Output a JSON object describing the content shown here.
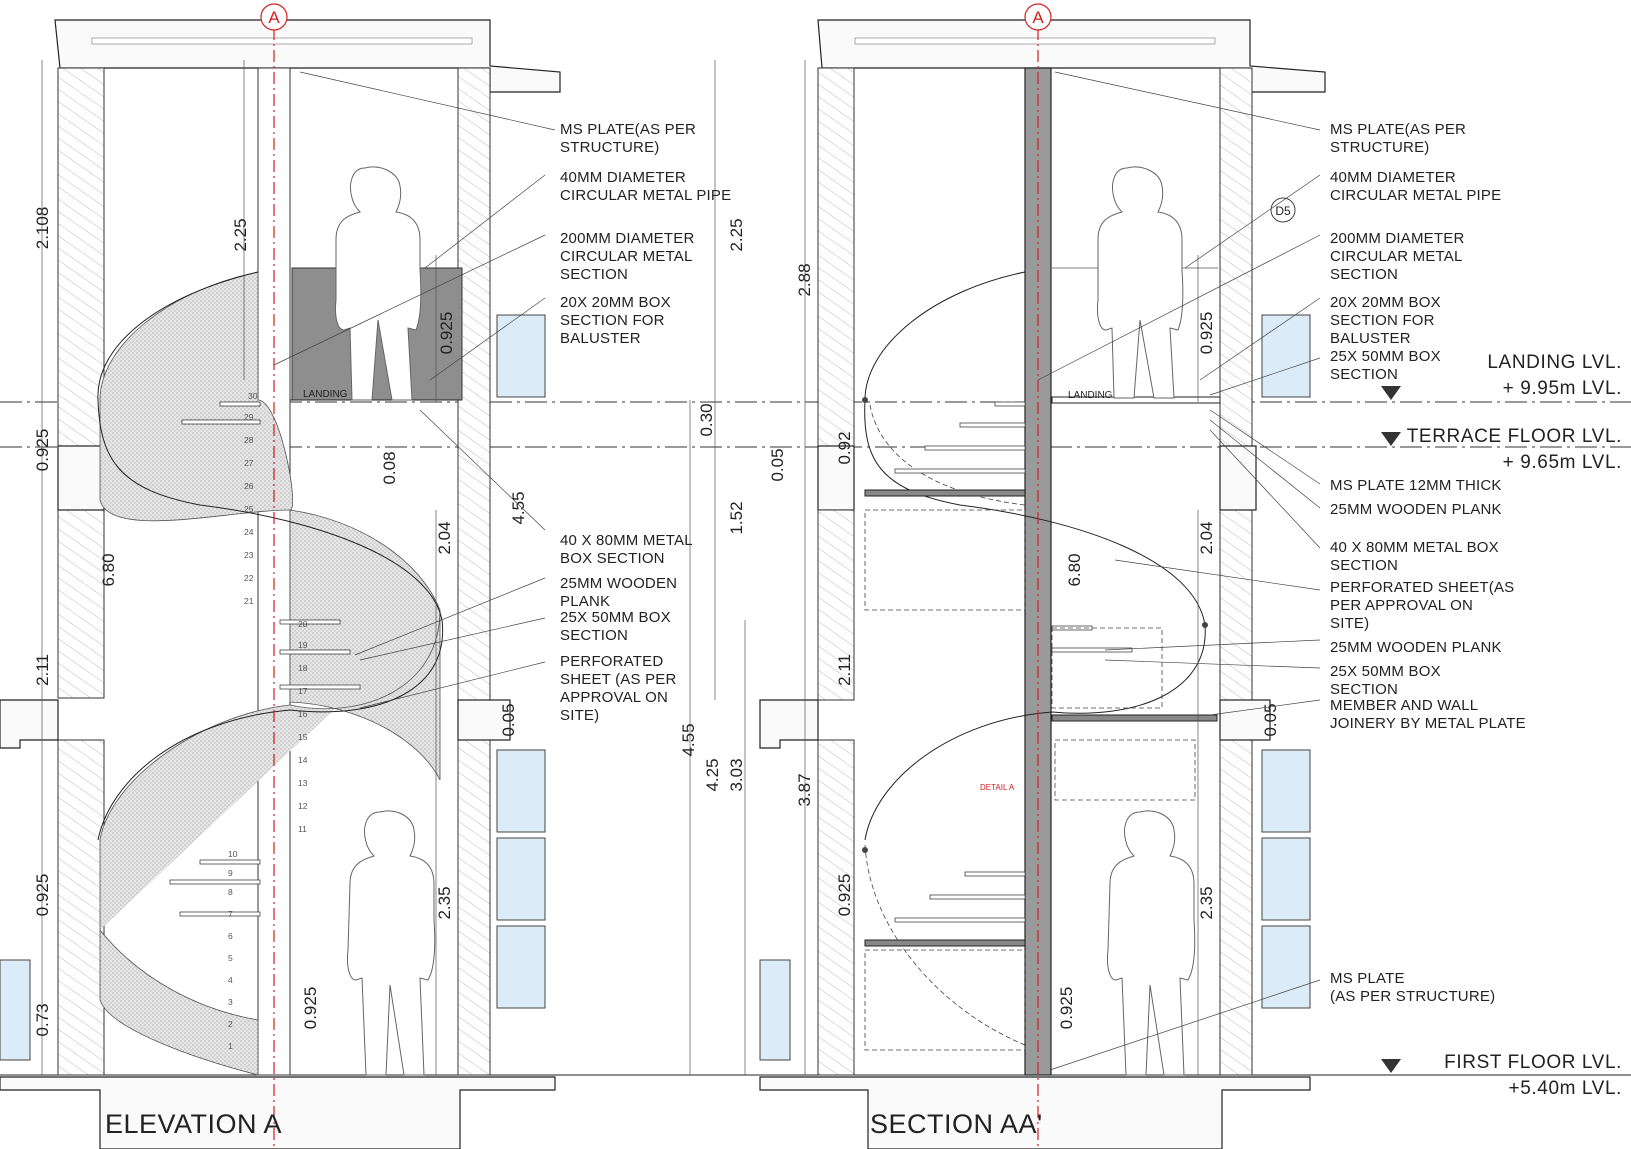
{
  "elevation": {
    "title": "ELEVATION A",
    "axis_marker": "A",
    "landing": "LANDING",
    "callouts": [
      "MS PLATE(AS PER",
      "STRUCTURE)",
      "40MM DIAMETER",
      "CIRCULAR METAL PIPE",
      "200MM DIAMETER",
      "CIRCULAR METAL",
      "SECTION",
      "20X 20MM BOX",
      "SECTION FOR",
      "BALUSTER",
      "40 X 80MM METAL",
      "BOX SECTION",
      "25MM WOODEN",
      "PLANK",
      "25X 50MM BOX",
      "SECTION",
      "PERFORATED",
      "SHEET (AS PER",
      "APPROVAL ON",
      "SITE)"
    ],
    "dims": [
      "2.108",
      "0.925",
      "6.80",
      "2.11",
      "0.925",
      "0.73",
      "2.25",
      "0.925",
      "0.08",
      "2.04",
      "2.35",
      "0.925",
      "2.25",
      "4.55",
      "0.05",
      "0.30",
      "1.52",
      "4.55",
      "4.25",
      "3.03"
    ],
    "steps": [
      "30",
      "29",
      "28",
      "27",
      "26",
      "25",
      "24",
      "23",
      "22",
      "21",
      "20",
      "19",
      "18",
      "17",
      "16",
      "15",
      "14",
      "13",
      "12",
      "11",
      "10",
      "9",
      "8",
      "7",
      "6",
      "5",
      "4",
      "3",
      "2",
      "1"
    ]
  },
  "section": {
    "title": "SECTION AA'",
    "axis_marker": "A",
    "landing": "LANDING",
    "detail": "DETAIL A",
    "tag": "D5",
    "callouts": [
      "MS PLATE(AS PER",
      "STRUCTURE)",
      "40MM DIAMETER",
      "CIRCULAR METAL PIPE",
      "200MM DIAMETER",
      "CIRCULAR METAL",
      "SECTION",
      "20X 20MM BOX",
      "SECTION FOR",
      "BALUSTER",
      "25X 50MM BOX",
      "SECTION",
      "MS PLATE 12MM THICK",
      "25MM WOODEN PLANK",
      "40 X 80MM METAL BOX",
      "SECTION",
      "PERFORATED SHEET(AS",
      "PER APPROVAL ON",
      "SITE)",
      "25MM WOODEN PLANK",
      "25X 50MM BOX",
      "SECTION",
      "MEMBER AND WALL",
      "JOINERY BY METAL PLATE",
      "MS PLATE",
      "(AS PER STRUCTURE)"
    ],
    "dims": [
      "2.88",
      "0.92",
      "0.05",
      "2.11",
      "3.87",
      "0.925",
      "0.925",
      "6.80",
      "2.04",
      "2.35",
      "0.925",
      "0.05"
    ]
  },
  "levels": {
    "landing": "LANDING LVL.",
    "landing_value": "+ 9.95m LVL.",
    "terrace": "TERRACE FLOOR LVL.",
    "terrace_value": "+ 9.65m LVL.",
    "first": "FIRST FLOOR LVL.",
    "first_value": "+5.40m LVL."
  },
  "colors": {
    "centerline": "#d32020",
    "glass": "#dcebf8",
    "ink": "#222222"
  }
}
